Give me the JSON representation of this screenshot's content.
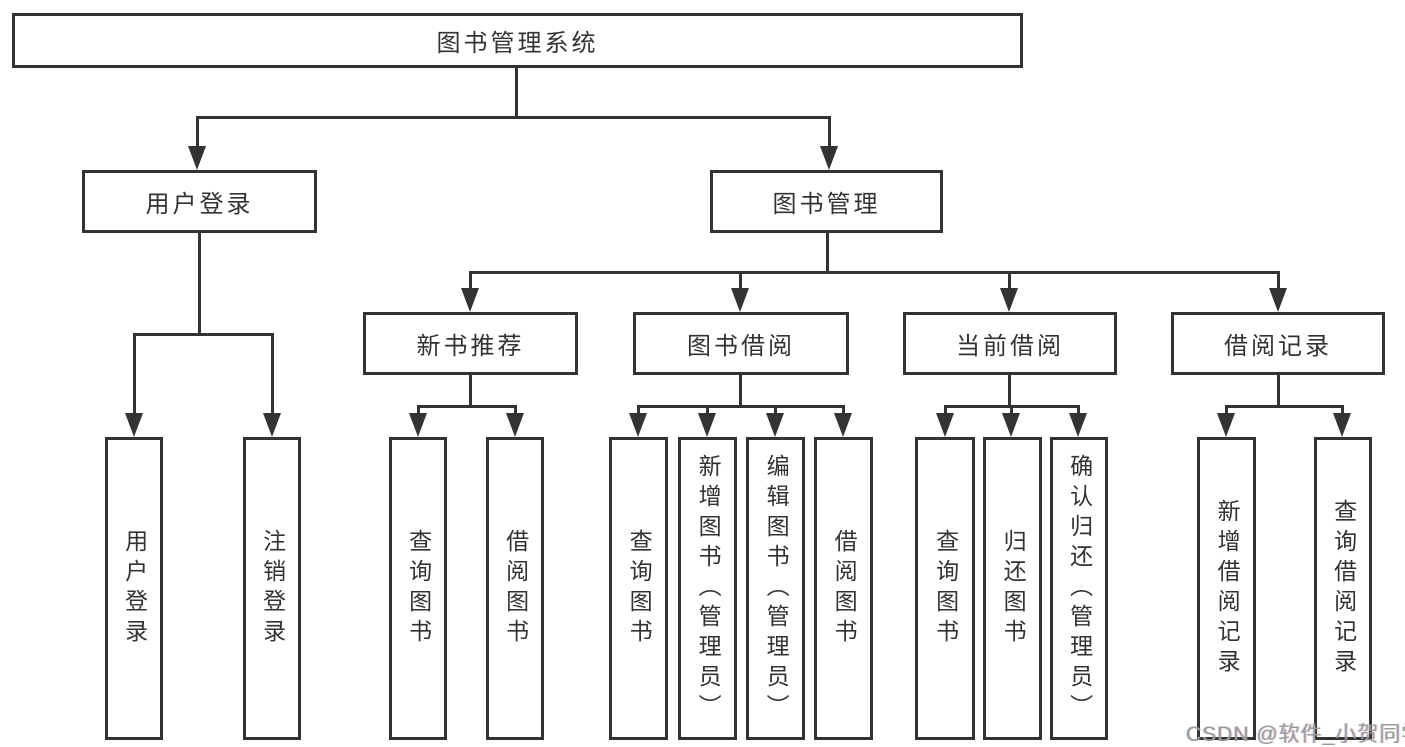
{
  "diagram": {
    "type": "function-structure-tree",
    "colors": {
      "line": "#333333",
      "box_fill": "#ffffff",
      "text": "#333333",
      "watermark_text": "#9b9b9b"
    },
    "root": {
      "label": "图书管理系统"
    },
    "level2": {
      "user_login": {
        "label": "用户登录"
      },
      "book_mgmt": {
        "label": "图书管理"
      }
    },
    "level3": {
      "new_book_rec": {
        "label": "新书推荐"
      },
      "book_borrow": {
        "label": "图书借阅"
      },
      "current_borrow": {
        "label": "当前借阅"
      },
      "borrow_records": {
        "label": "借阅记录"
      }
    },
    "leaves": {
      "user_login": [
        "用户登录",
        "注销登录"
      ],
      "new_book_rec": [
        "查询图书",
        "借阅图书"
      ],
      "book_borrow": [
        "查询图书",
        "新增图书（管理员）",
        "编辑图书（管理员）",
        "借阅图书"
      ],
      "current_borrow": [
        "查询图书",
        "归还图书",
        "确认归还（管理员）"
      ],
      "borrow_records": [
        "新增借阅记录",
        "查询借阅记录"
      ]
    },
    "watermark": {
      "text": "CSDN @软件_小贺同学"
    }
  }
}
